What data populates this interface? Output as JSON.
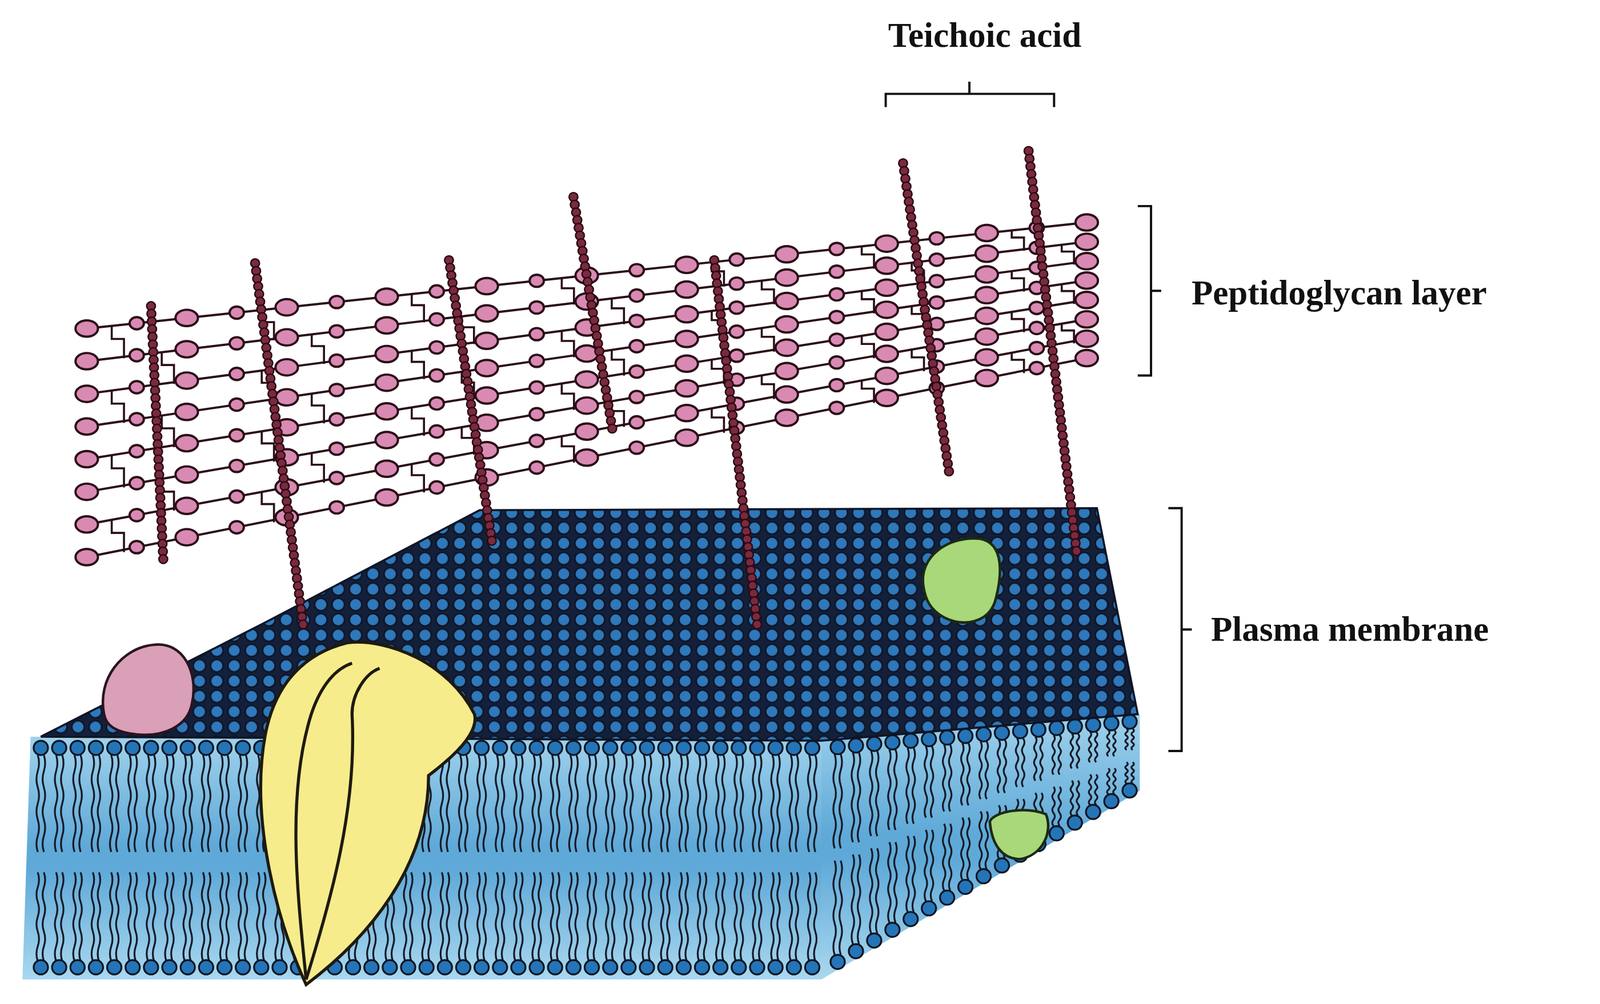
{
  "diagram": {
    "labels": [
      "Teichoic acid",
      "Peptidoglycan layer",
      "Plasma membrane"
    ]
  }
}
